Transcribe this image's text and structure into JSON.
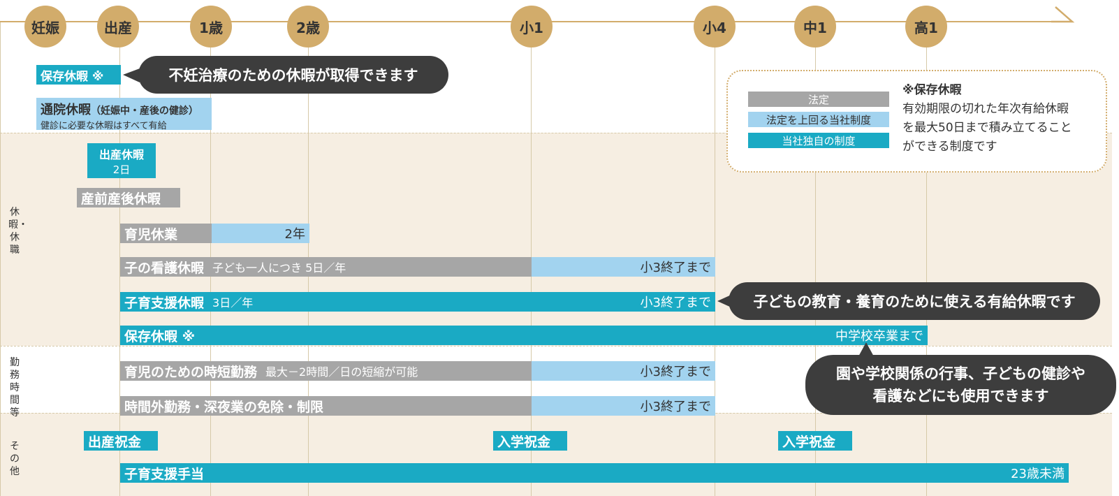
{
  "stages": [
    "妊娠",
    "出産",
    "1歳",
    "2歳",
    "小1",
    "小4",
    "中1",
    "高1"
  ],
  "sections": {
    "kyuka": "休暇・休職",
    "kinmu": "勤務時間等",
    "sonota": "その他"
  },
  "items": {
    "hozon_pre": {
      "label": "保存休暇 ※"
    },
    "tsuin": {
      "label": "通院休暇",
      "paren": "（妊娠中・産後の健診）",
      "sub": "健診に必要な休暇はすべて有給"
    },
    "shussan_kyuka": {
      "label": "出産休暇",
      "days": "2日"
    },
    "sanzen": {
      "label": "産前産後休暇"
    },
    "ikuji_kyugyo": {
      "label": "育児休業",
      "end": "2年"
    },
    "kango": {
      "label": "子の看護休暇",
      "sub": "子ども一人につき 5日／年",
      "end": "小3終了まで"
    },
    "kosodate_shien": {
      "label": "子育支援休暇",
      "sub": "3日／年",
      "end": "小3終了まで"
    },
    "hozon_post": {
      "label": "保存休暇 ※",
      "end": "中学校卒業まで"
    },
    "jitan": {
      "label": "育児のための時短勤務",
      "sub": "最大－2時間／日の短縮が可能",
      "end": "小3終了まで"
    },
    "jikangai": {
      "label": "時間外勤務・深夜業の免除・制限",
      "end": "小3終了まで"
    },
    "shussan_iwai": {
      "label": "出産祝金"
    },
    "nyugaku1": {
      "label": "入学祝金"
    },
    "nyugaku2": {
      "label": "入学祝金"
    },
    "teate": {
      "label": "子育支援手当",
      "end": "23歳未満"
    }
  },
  "callouts": {
    "funin": "不妊治療のための休暇が取得できます",
    "kyoiku": "子どもの教育・養育のために使える有給休暇です",
    "en_line1": "園や学校関係の行事、子どもの健診や",
    "en_line2": "看護などにも使用できます"
  },
  "legend": {
    "hotei": "法定",
    "uwamawaru": "法定を上回る当社制度",
    "dokuji": "当社独自の制度",
    "note_title": "※保存休暇",
    "note_line1": "有効期限の切れた年次有給休暇",
    "note_line2": "を最大50日まで積み立てること",
    "note_line3": "ができる制度です"
  },
  "colors": {
    "gold": "#d2ac6b",
    "gray": "#a6a6a6",
    "light_blue": "#a2d3ef",
    "teal": "#1aaac4",
    "dark": "#3d3d3d",
    "beige": "#f6eee2"
  }
}
